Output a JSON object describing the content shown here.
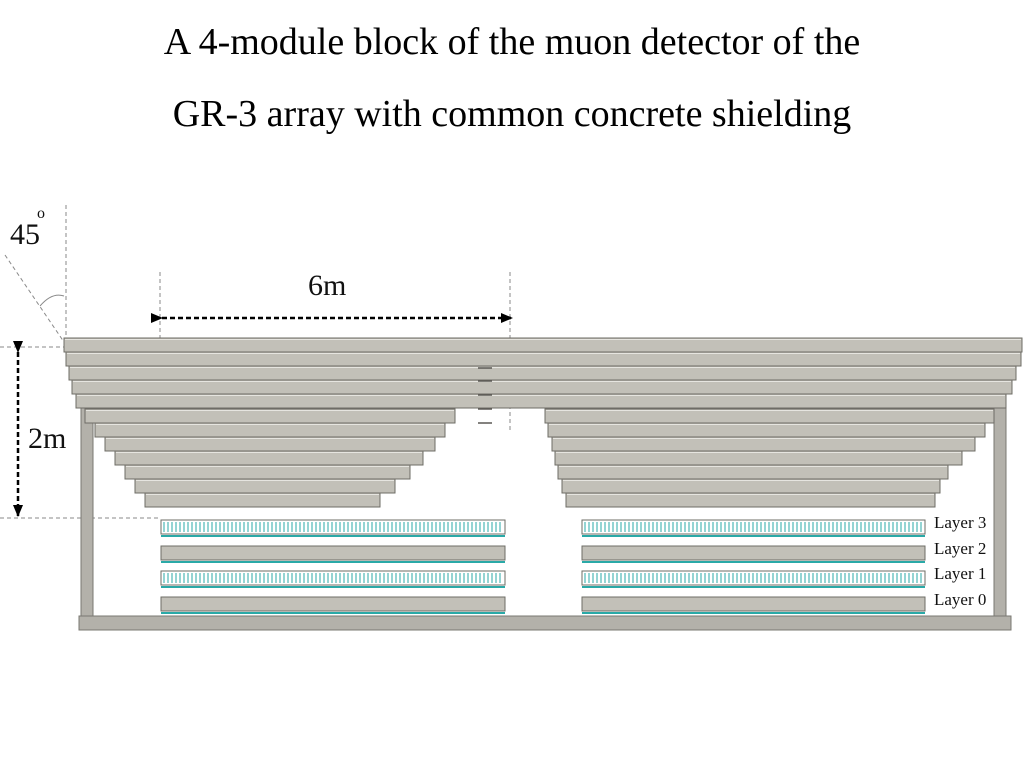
{
  "title": {
    "line1": "A 4-module block of the muon detector of the",
    "line2": "GR-3 array with common concrete shielding"
  },
  "labels": {
    "angle": "45",
    "angle_degree_mark": "o",
    "width": "6m",
    "height": "2m"
  },
  "layers": [
    "Layer 3",
    "Layer 2",
    "Layer 1",
    "Layer 0"
  ],
  "colors": {
    "slab_fill": "#c2c0b8",
    "slab_stroke": "#6e6c66",
    "slab_highlight": "#e6e5e0",
    "counter_stripe": "#2aa9a7",
    "frame": "#b3b1aa",
    "dashed_lines": "#8a8a8a"
  }
}
